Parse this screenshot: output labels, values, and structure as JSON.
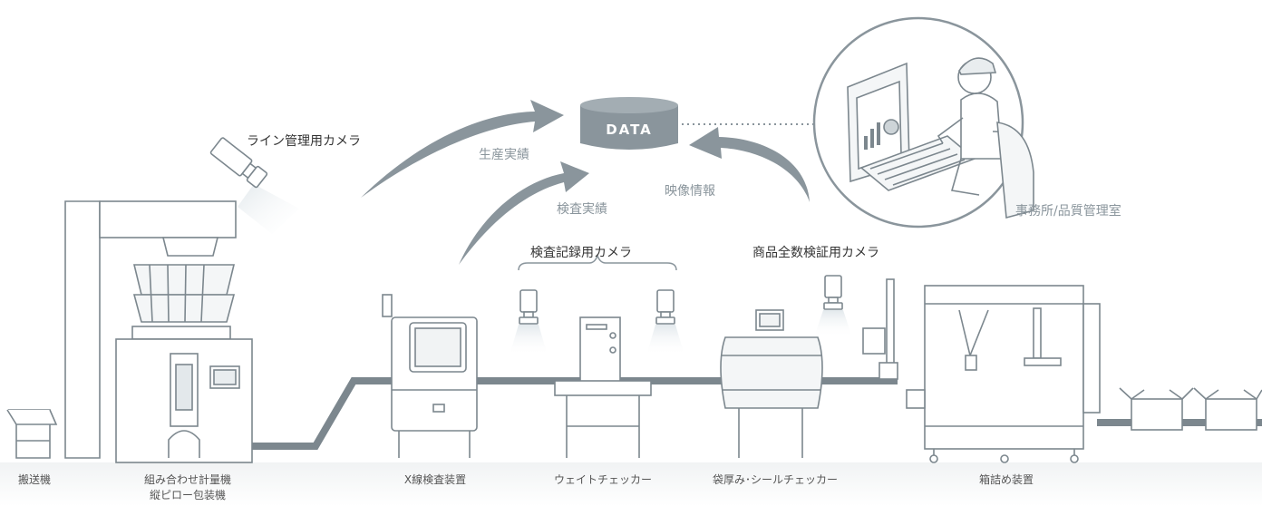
{
  "database": {
    "label": "DATA"
  },
  "flows": {
    "production_results": "生産実績",
    "inspection_results": "検査実績",
    "video_info": "映像情報"
  },
  "cameras": {
    "line_management": "ライン管理用カメラ",
    "inspection_record": "検査記録用カメラ",
    "product_verification": "商品全数検証用カメラ"
  },
  "office": {
    "label": "事務所/品質管理室"
  },
  "machines": {
    "conveyor": "搬送機",
    "weigher_line1": "組み合わせ計量機",
    "weigher_line2": "縦ピロー包装機",
    "xray": "X線検査装置",
    "checkweigher": "ウェイトチェッカー",
    "seal_checker": "袋厚み･シールチェッカー",
    "case_packer": "箱詰め装置"
  }
}
